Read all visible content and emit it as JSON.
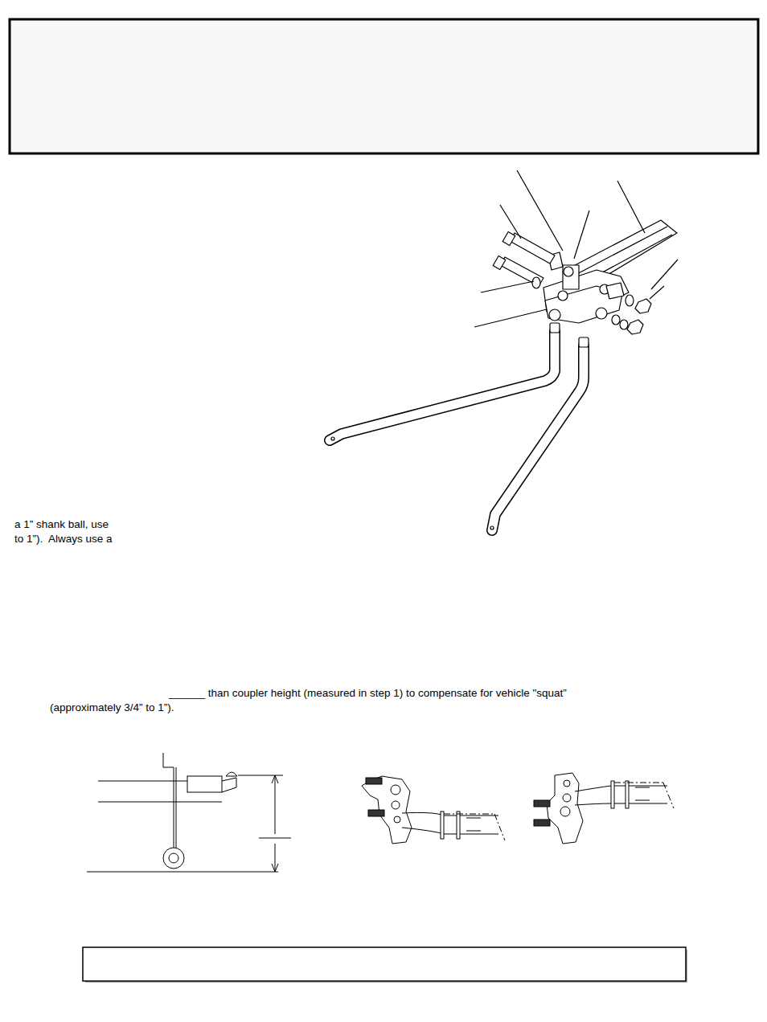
{
  "diagram": {
    "labels": [
      "a 1” shank ball, use",
      "to 1”).  Always use a",
      "______ than coupler height (measured in step 1) to compensate for vehicle \"squat”",
      "(approximately 3/4” to 1”)."
    ]
  }
}
